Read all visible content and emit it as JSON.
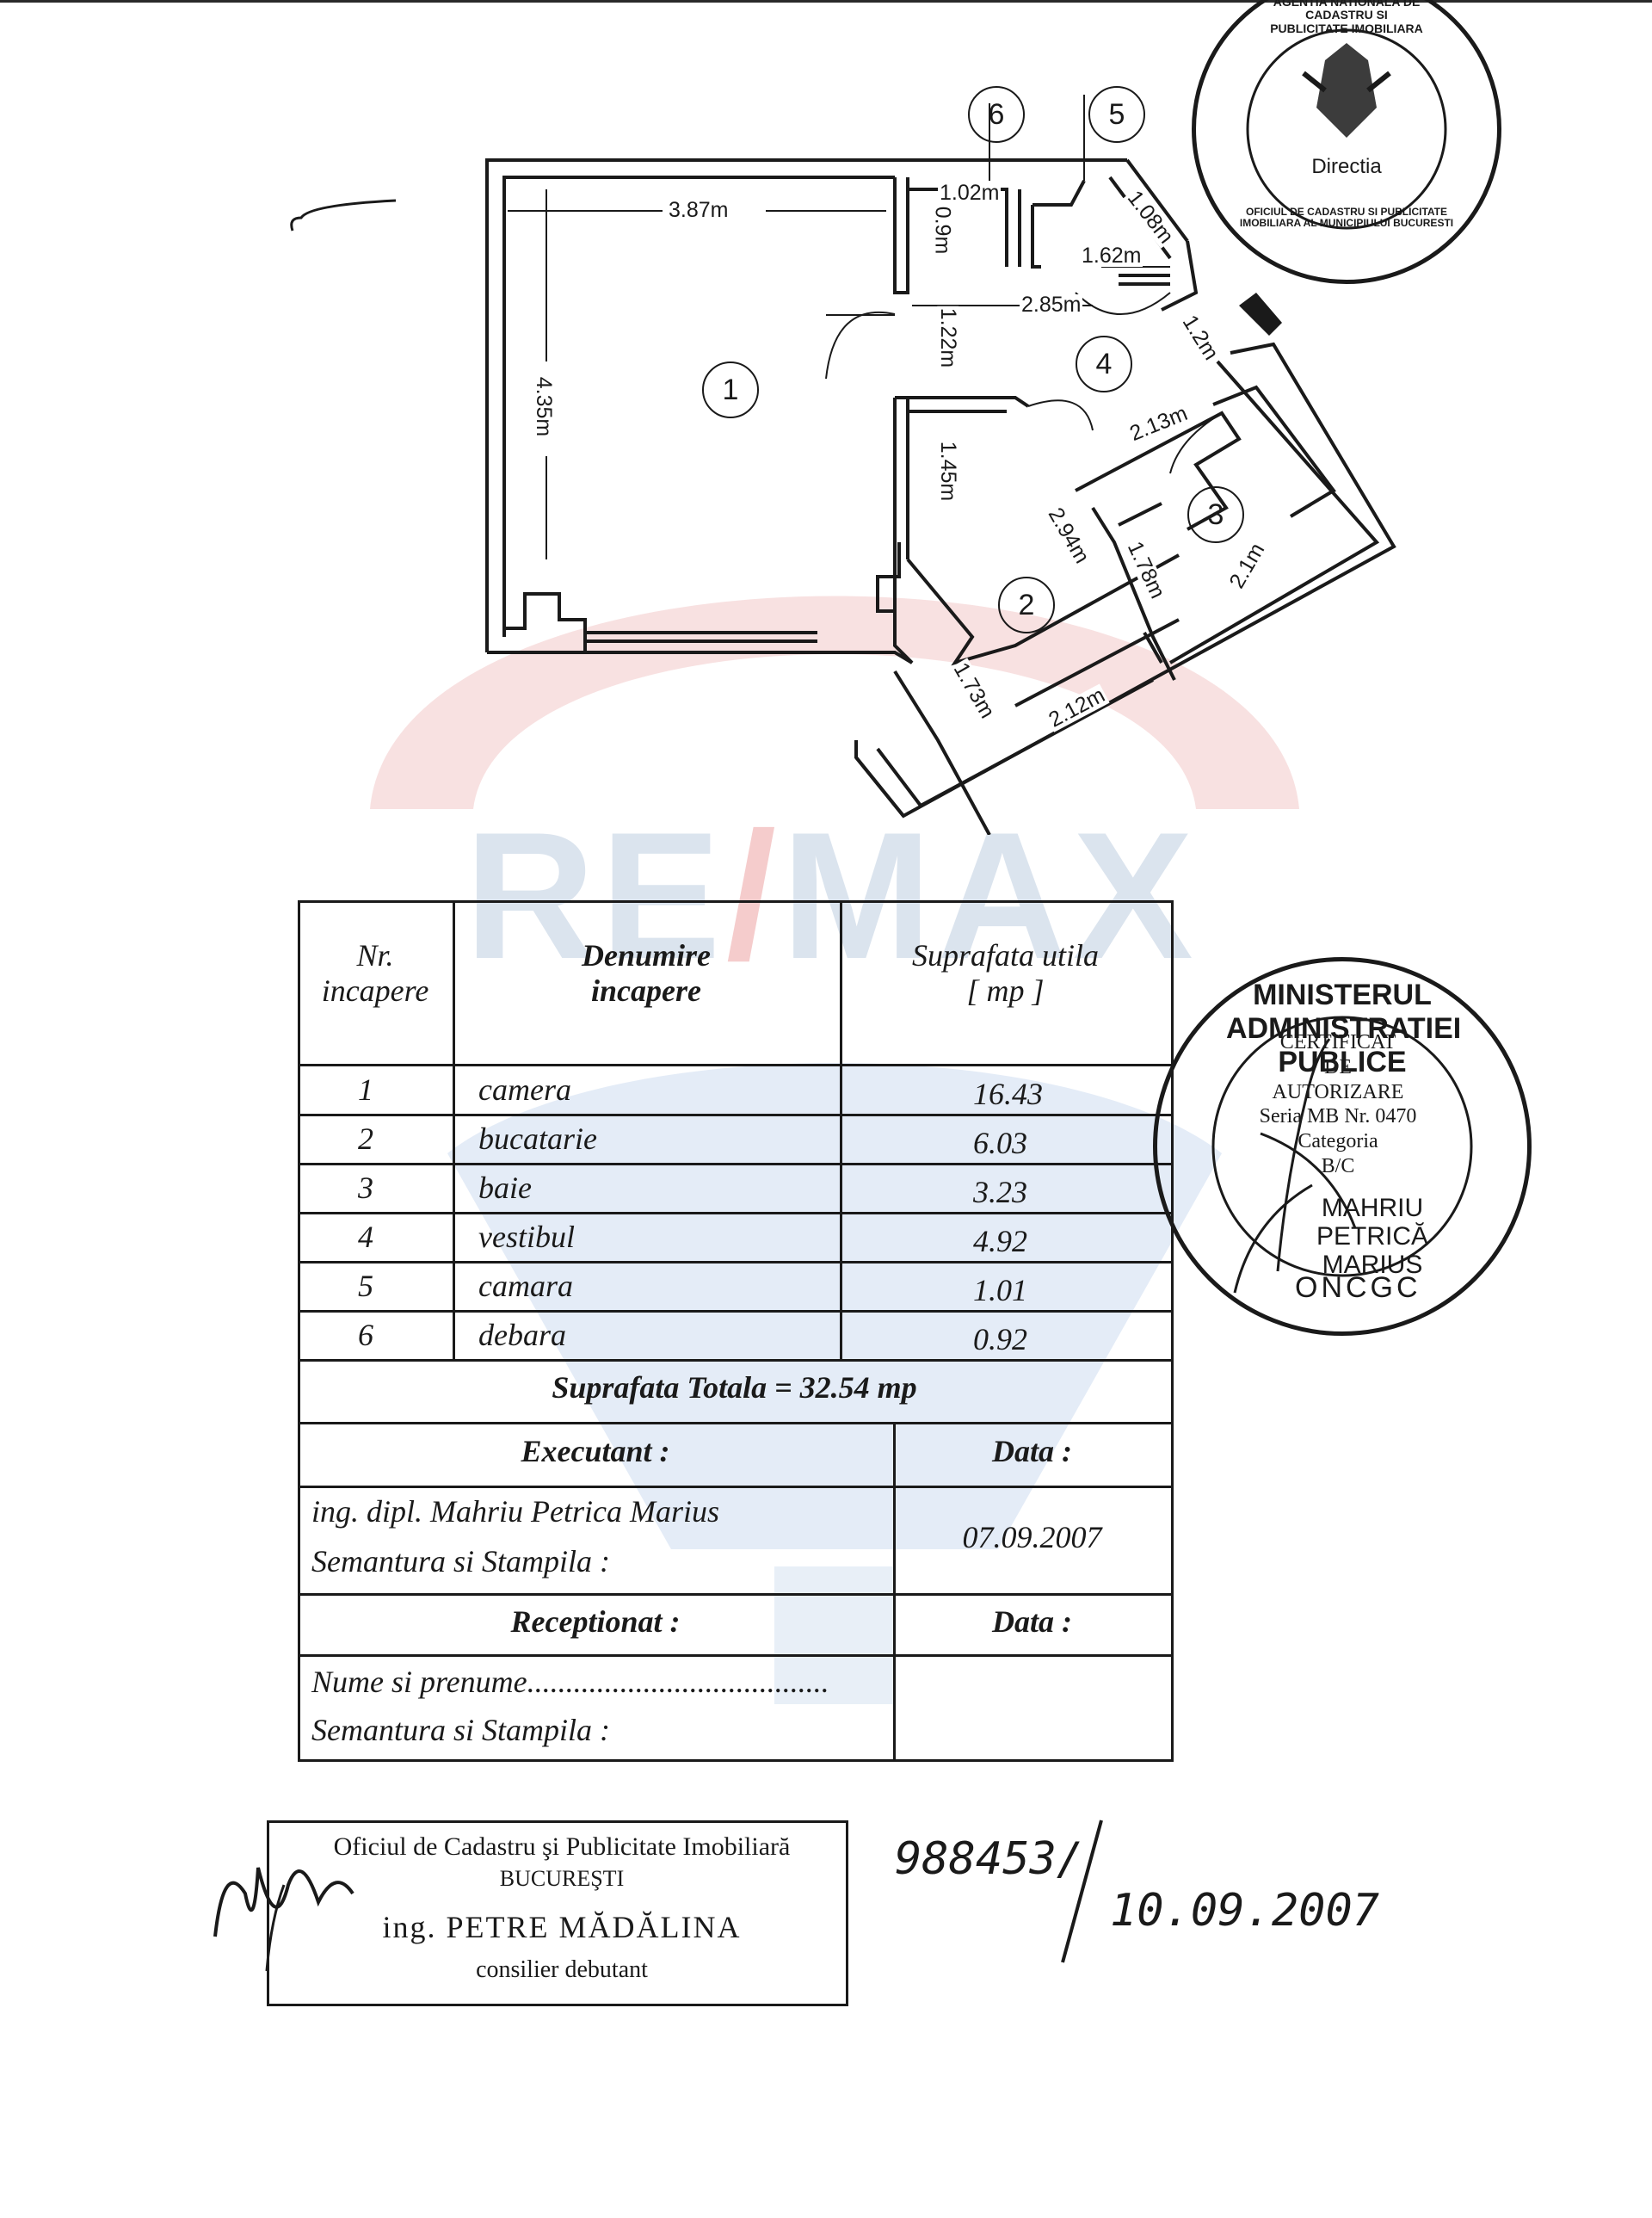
{
  "floorplan": {
    "dimensions": {
      "room1_width": "3.87m",
      "room1_height": "4.35m",
      "room6_width": "1.02m",
      "room6_height": "0.9m",
      "room5_a": "1.08m",
      "room5_b": "1.62m",
      "hall_width": "2.85m",
      "hall_door": "1.22m",
      "hall_side": "1.2m",
      "room2_a": "1.45m",
      "room2_b": "2.94m",
      "room2_c": "2.13m",
      "room2_d": "1.73m",
      "room2_e": "2.12m",
      "room3_a": "1.78m",
      "room3_b": "2.1m"
    },
    "room_numbers": [
      "1",
      "2",
      "3",
      "4",
      "5",
      "6"
    ]
  },
  "stamps": {
    "ancpi": {
      "lines": [
        "AGENTIA NATIONALA DE CADASTRU SI PUBLICITATE IMOBILIARA",
        "OFICIUL DE CADASTRU SI PUBLICITATE IMOBILIARA AL MUNICIPIULUI BUCURESTI",
        "Directia"
      ]
    },
    "ministry": {
      "ring": "MINISTERUL ADMINISTRATIEI PUBLICE",
      "lines": [
        "CERTIFICAT",
        "DE",
        "AUTORIZARE",
        "Seria MB Nr. 0470",
        "Categoria",
        "B/C",
        "MAHRIU PETRICĂ",
        "MARIUS"
      ],
      "bottom": "ONCGC"
    },
    "office": {
      "lines": [
        "Oficiul de Cadastru şi Publicitate Imobiliară",
        "BUCUREŞTI",
        "ing. PETRE MĂDĂLINA",
        "consilier debutant"
      ]
    }
  },
  "table": {
    "headers": {
      "nr": [
        "Nr.",
        "incapere"
      ],
      "name": [
        "Denumire",
        "incapere"
      ],
      "area": [
        "Suprafata utila",
        "[ mp ]"
      ]
    },
    "rows": [
      {
        "nr": "1",
        "name": "camera",
        "area": "16.43"
      },
      {
        "nr": "2",
        "name": "bucatarie",
        "area": "6.03"
      },
      {
        "nr": "3",
        "name": "baie",
        "area": "3.23"
      },
      {
        "nr": "4",
        "name": "vestibul",
        "area": "4.92"
      },
      {
        "nr": "5",
        "name": "camara",
        "area": "1.01"
      },
      {
        "nr": "6",
        "name": "debara",
        "area": "0.92"
      }
    ],
    "total": "Suprafata Totala = 32.54 mp",
    "executant_label": "Executant :",
    "date_label_1": "Data :",
    "executant_name": "ing. dipl. Mahriu Petrica Marius",
    "executant_sign": "Semantura si Stampila :",
    "executant_date": "07.09.2007",
    "receptionat_label": "Receptionat :",
    "date_label_2": "Data :",
    "receptionat_name": "Nume si prenume.......................................",
    "receptionat_sign": "Semantura si Stampila :"
  },
  "handwritten": {
    "number": "988453/",
    "date": "10.09.2007"
  }
}
